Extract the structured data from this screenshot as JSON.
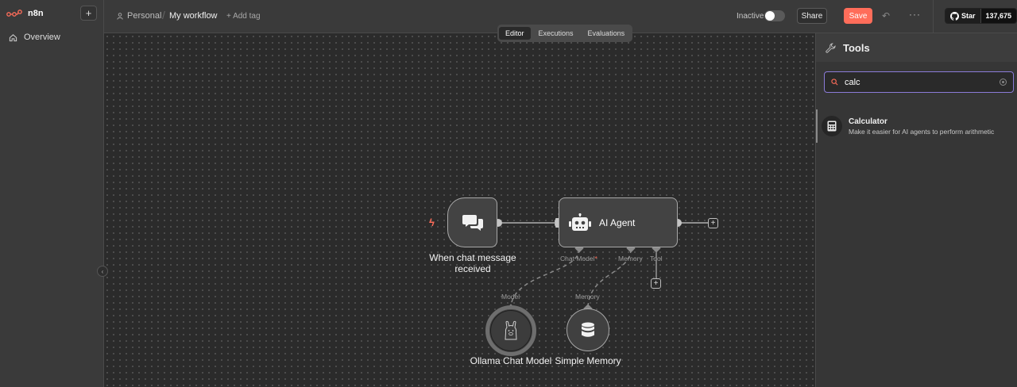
{
  "sidebar": {
    "brand": "n8n",
    "add_label": "+",
    "items": [
      {
        "label": "Overview",
        "icon": "home-icon"
      }
    ],
    "collapse_icon": "chevron-left-icon"
  },
  "header": {
    "project": "Personal",
    "separator": "/",
    "workflow_name": "My workflow",
    "add_tag": "+ Add tag",
    "status_label": "Inactive",
    "share_label": "Share",
    "save_label": "Save",
    "history_icon": "history-icon",
    "more_label": "···",
    "github": {
      "star_label": "Star",
      "count": "137,675"
    }
  },
  "tabs": [
    {
      "label": "Editor",
      "active": true
    },
    {
      "label": "Executions",
      "active": false
    },
    {
      "label": "Evaluations",
      "active": false
    }
  ],
  "workflow": {
    "trigger": {
      "label": "When chat message received"
    },
    "agent": {
      "title": "AI Agent",
      "ports": {
        "chat_model": "Chat Model",
        "required_mark": "*",
        "memory": "Memory",
        "tool": "Tool"
      }
    },
    "model_node": {
      "port_label": "Model",
      "label": "Ollama Chat Model"
    },
    "memory_node": {
      "port_label": "Memory",
      "label": "Simple Memory"
    },
    "plus_label": "+"
  },
  "panel": {
    "title": "Tools",
    "search": {
      "value": "calc"
    },
    "results": [
      {
        "title": "Calculator",
        "description": "Make it easier for AI agents to perform arithmetic"
      }
    ]
  },
  "colors": {
    "accent": "#ff6d5a",
    "focus": "#8b7bd8",
    "canvas": "#2b2b2b"
  }
}
